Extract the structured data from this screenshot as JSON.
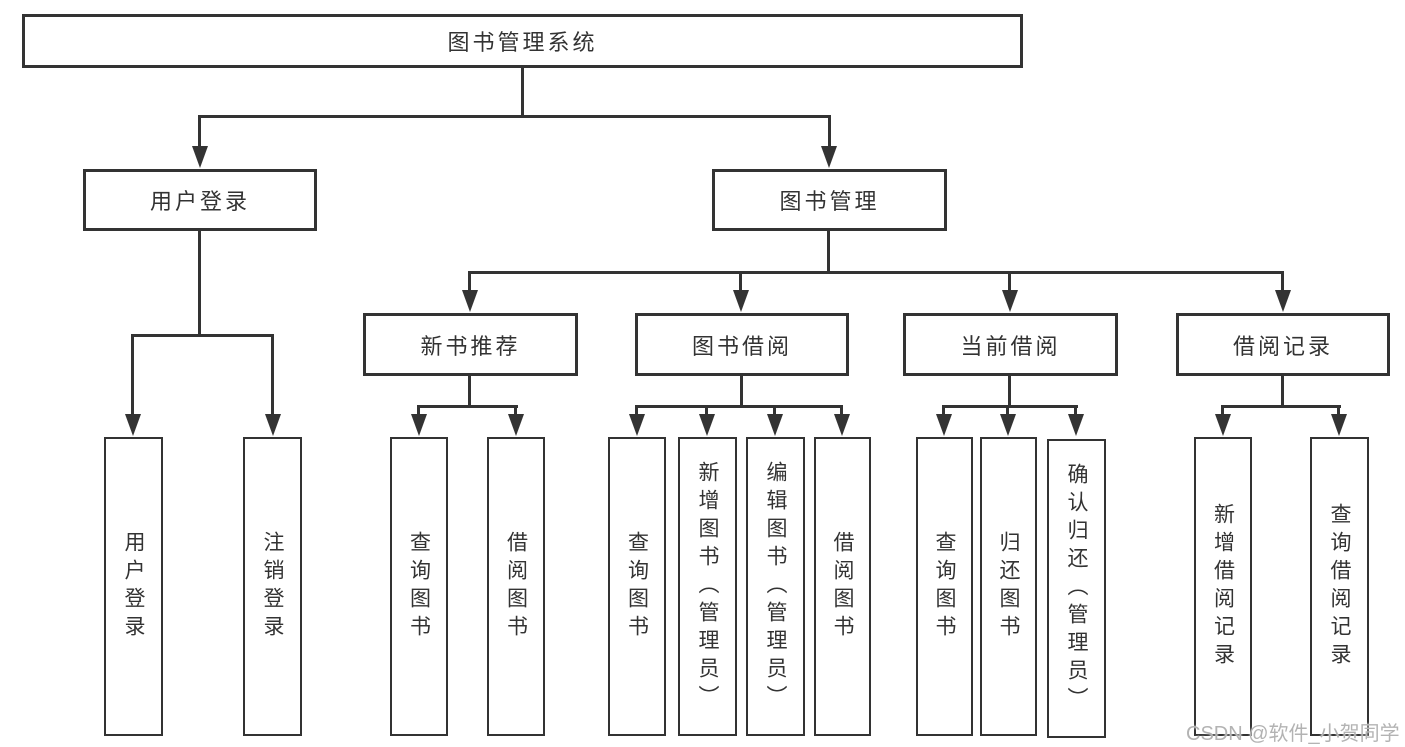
{
  "diagram": {
    "root": {
      "label": "图书管理系统"
    },
    "level2": [
      {
        "label": "用户登录",
        "children": [
          {
            "label": "用户登录"
          },
          {
            "label": "注销登录"
          }
        ]
      },
      {
        "label": "图书管理",
        "children": [
          {
            "label": "新书推荐",
            "children": [
              {
                "label": "查询图书"
              },
              {
                "label": "借阅图书"
              }
            ]
          },
          {
            "label": "图书借阅",
            "children": [
              {
                "label": "查询图书"
              },
              {
                "label": "新增图书（管理员）"
              },
              {
                "label": "编辑图书（管理员）"
              },
              {
                "label": "借阅图书"
              }
            ]
          },
          {
            "label": "当前借阅",
            "children": [
              {
                "label": "查询图书"
              },
              {
                "label": "归还图书"
              },
              {
                "label": "确认归还（管理员）"
              }
            ]
          },
          {
            "label": "借阅记录",
            "children": [
              {
                "label": "新增借阅记录"
              },
              {
                "label": "查询借阅记录"
              }
            ]
          }
        ]
      }
    ]
  },
  "watermark": {
    "text": "CSDN @软件_小贺同学"
  },
  "colors": {
    "line": "#333333",
    "text": "#333333",
    "watermark": "#b3b3b3",
    "background": "#ffffff"
  }
}
